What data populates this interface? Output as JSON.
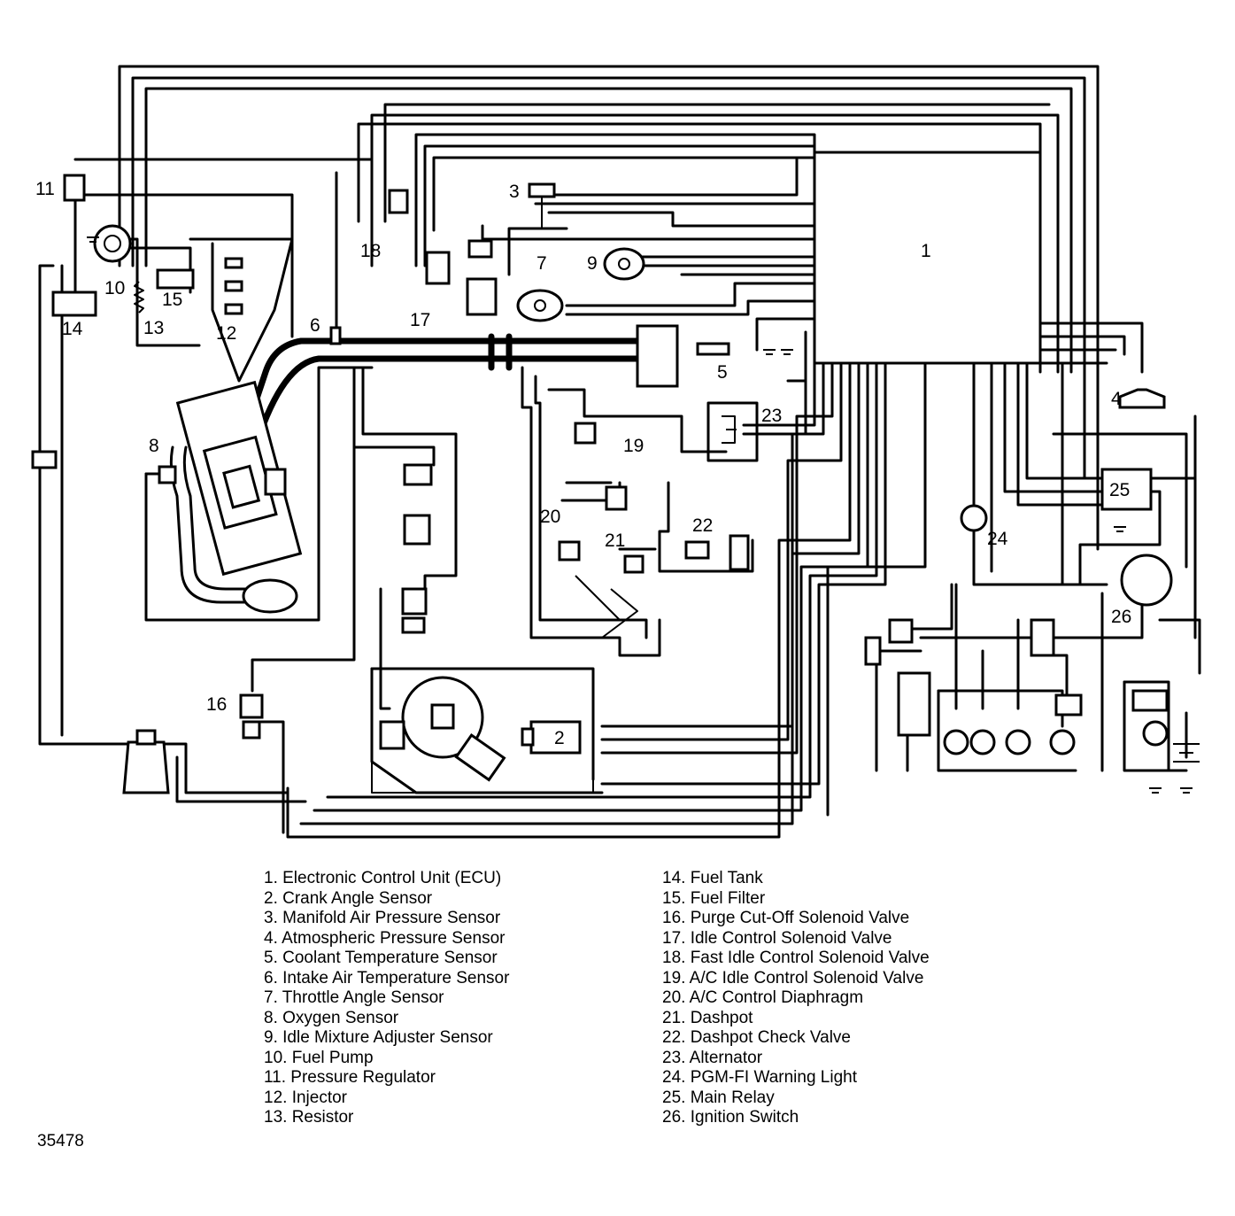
{
  "callouts": {
    "c1": "1",
    "c2": "2",
    "c3": "3",
    "c4": "4",
    "c5": "5",
    "c6": "6",
    "c7": "7",
    "c8": "8",
    "c9": "9",
    "c10": "10",
    "c11": "11",
    "c12": "12",
    "c13": "13",
    "c14": "14",
    "c15": "15",
    "c16": "16",
    "c17": "17",
    "c18": "18",
    "c19": "19",
    "c20": "20",
    "c21": "21",
    "c22": "22",
    "c23": "23",
    "c24": "24",
    "c25": "25",
    "c26": "26"
  },
  "legend_left": [
    "1. Electronic Control Unit (ECU)",
    "2. Crank Angle Sensor",
    "3. Manifold Air Pressure Sensor",
    "4. Atmospheric Pressure Sensor",
    "5. Coolant Temperature Sensor",
    "6. Intake Air Temperature Sensor",
    "7. Throttle Angle Sensor",
    "8. Oxygen Sensor",
    "9. Idle Mixture Adjuster Sensor",
    "10. Fuel Pump",
    "11. Pressure Regulator",
    "12. Injector",
    "13. Resistor"
  ],
  "legend_right": [
    "14. Fuel Tank",
    "15. Fuel Filter",
    "16. Purge Cut-Off Solenoid Valve",
    "17. Idle Control Solenoid Valve",
    "18. Fast Idle Control Solenoid Valve",
    "19. A/C Idle Control Solenoid Valve",
    "20. A/C Control Diaphragm",
    "21. Dashpot",
    "22. Dashpot Check Valve",
    "23. Alternator",
    "24. PGM-FI Warning Light",
    "25. Main Relay",
    "26. Ignition Switch"
  ],
  "figure_number": "35478"
}
